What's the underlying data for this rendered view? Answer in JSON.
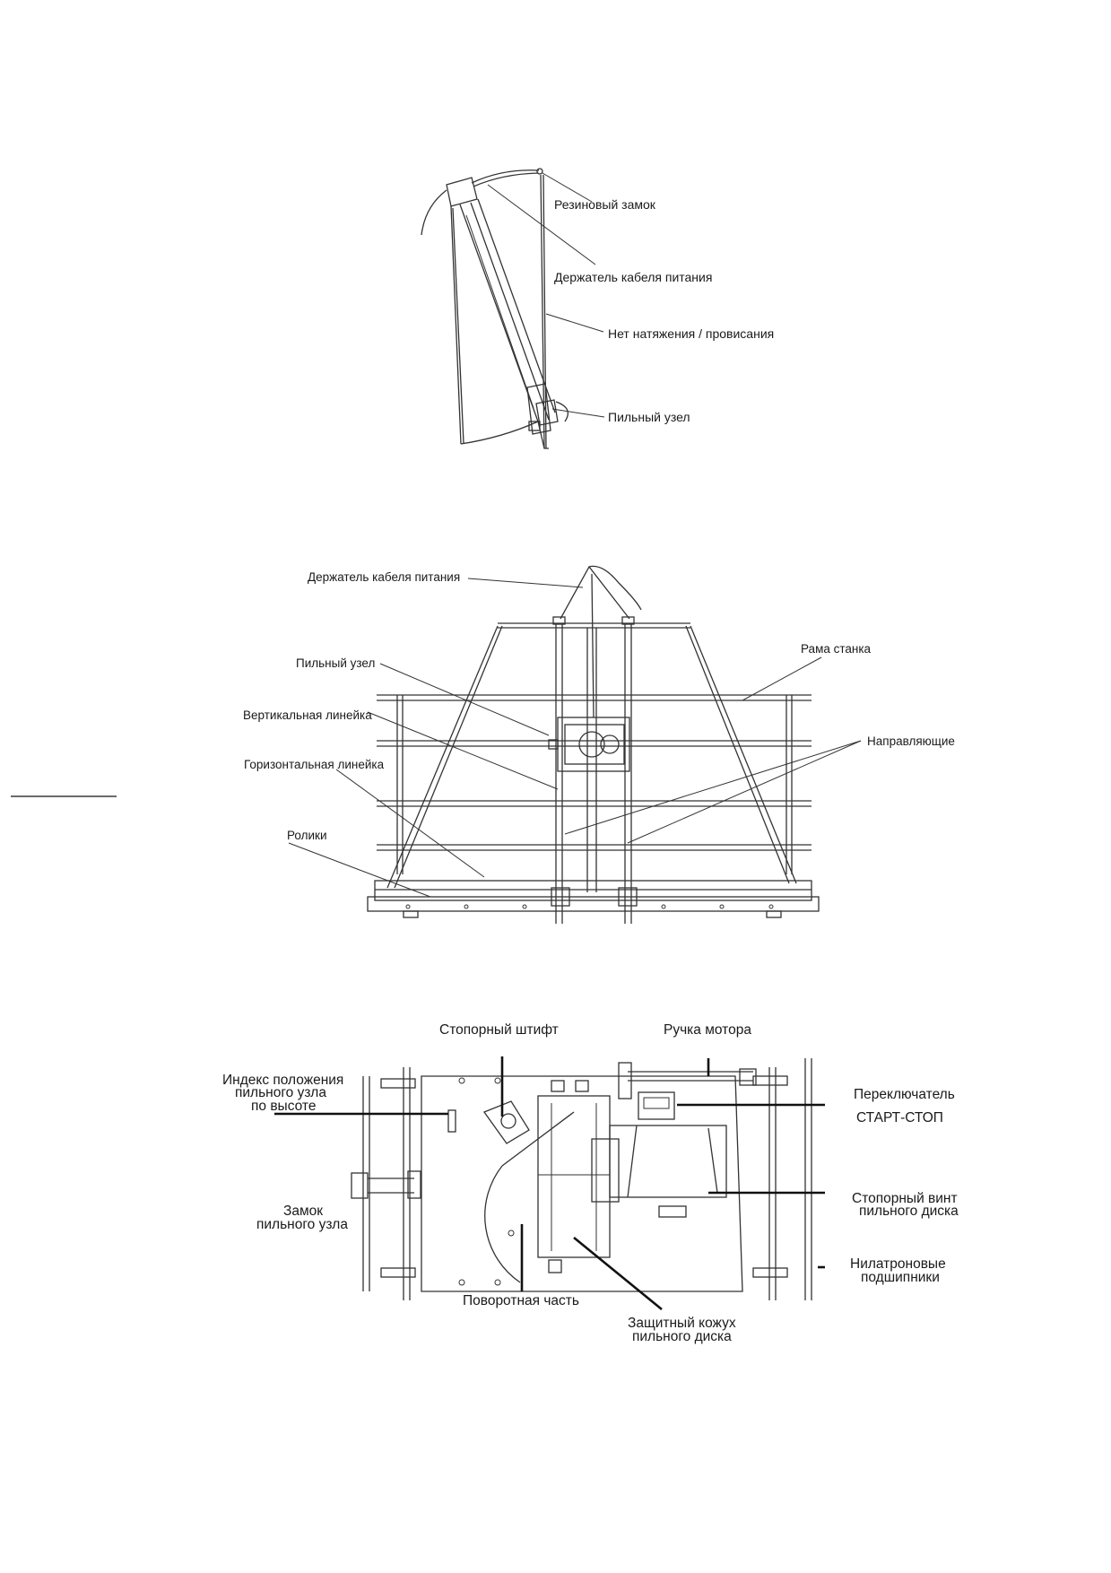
{
  "figure1": {
    "labels": {
      "rubber_lock": "Резиновый замок",
      "cable_holder": "Держатель кабеля питания",
      "no_tension": "Нет натяжения / провисания",
      "saw_unit": "Пильный узел"
    }
  },
  "figure2": {
    "labels": {
      "cable_holder": "Держатель кабеля питания",
      "machine_frame": "Рама станка",
      "saw_unit": "Пильный узел",
      "vertical_ruler": "Вертикальная линейка",
      "guides": "Направляющие",
      "horizontal_ruler": "Горизонтальная линейка",
      "rollers": "Ролики"
    }
  },
  "figure3": {
    "labels": {
      "stop_pin": "Стопорный штифт",
      "motor_handle": "Ручка мотора",
      "height_index_1": "Индекс положения",
      "height_index_2": "пильного узла",
      "height_index_3": "по высоте",
      "switch_1": "Переключатель",
      "switch_2": "СТАРТ-СТОП",
      "lock_1": "Замок",
      "lock_2": "пильного узла",
      "set_screw_1": "Стопорный винт",
      "set_screw_2": "пильного диска",
      "nylatron_1": "Нилатроновые",
      "nylatron_2": "подшипники",
      "pivot": "Поворотная часть",
      "guard_1": "Защитный кожух",
      "guard_2": "пильного диска"
    }
  }
}
